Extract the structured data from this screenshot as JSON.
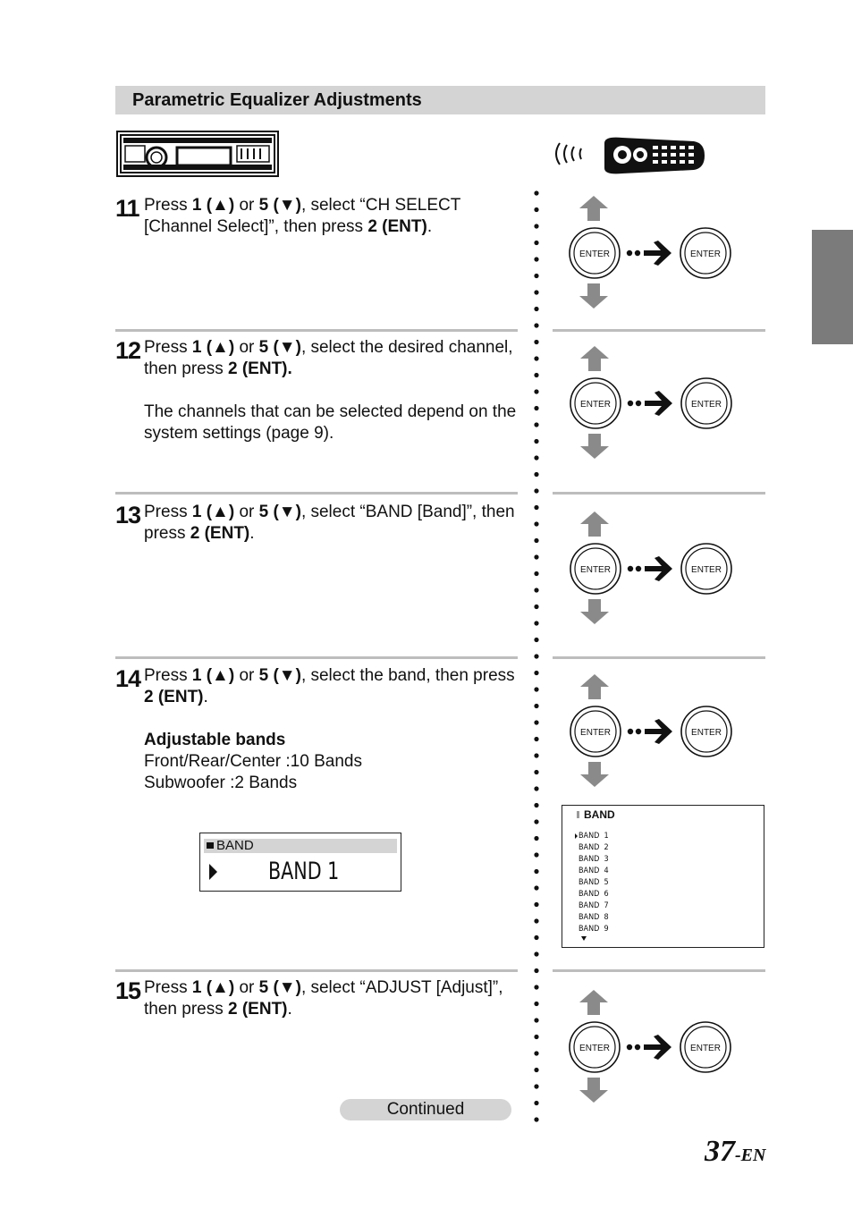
{
  "header": {
    "title": "Parametric Equalizer Adjustments"
  },
  "steps": [
    {
      "num": "11",
      "line1": "Press ",
      "b1": "1 (▲)",
      "t2": " or ",
      "b2": "5 (▼)",
      "t3": ", select “CH SELECT [Channel Select]”, then press ",
      "b3": "2 (ENT)",
      "t4": "."
    },
    {
      "num": "12",
      "line1": "Press ",
      "b1": "1 (▲)",
      "t2": " or ",
      "b2": "5 (▼)",
      "t3": ", select the desired channel, then press ",
      "b3": "2 (ENT).",
      "t4": "",
      "note": "The channels that can be selected depend on the system settings (page 9)."
    },
    {
      "num": "13",
      "line1": "Press ",
      "b1": "1 (▲)",
      "t2": " or ",
      "b2": "5 (▼)",
      "t3": ", select “BAND [Band]”, then press ",
      "b3": "2 (ENT)",
      "t4": "."
    },
    {
      "num": "14",
      "line1": "Press ",
      "b1": "1 (▲)",
      "t2": " or ",
      "b2": "5 (▼)",
      "t3": ", select the band, then press ",
      "b3": "2 (ENT)",
      "t4": ".",
      "bands_heading": "Adjustable bands",
      "bands_line1": "Front/Rear/Center :10 Bands",
      "bands_line2": "Subwoofer :2 Bands"
    },
    {
      "num": "15",
      "line1": "Press ",
      "b1": "1 (▲)",
      "t2": " or ",
      "b2": "5 (▼)",
      "t3": ", select “ADJUST [Adjust]”, then press ",
      "b3": "2 (ENT)",
      "t4": "."
    }
  ],
  "display_small": {
    "label": "BAND",
    "value": "BAND 1"
  },
  "display_list": {
    "title": "BAND",
    "items": [
      "BAND  1",
      "BAND  2",
      "BAND  3",
      "BAND  4",
      "BAND  5",
      "BAND  6",
      "BAND  7",
      "BAND  8",
      "BAND  9"
    ]
  },
  "enter_label": "ENTER",
  "continued": "Continued",
  "page": {
    "number": "37",
    "suffix": "-EN"
  },
  "colors": {
    "header_bg": "#d4d4d4",
    "side_tab": "#7b7b7b",
    "arrow_gray": "#8a8a8a"
  }
}
